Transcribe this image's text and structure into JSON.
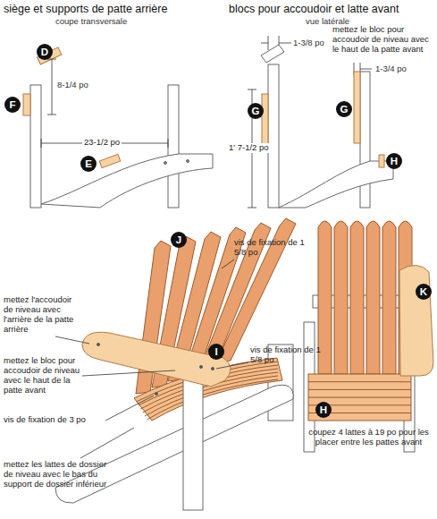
{
  "diagram": {
    "nodes": [
      {
        "text": [
          "D"
        ]
      },
      {
        "text": [
          "F"
        ]
      },
      {
        "text": [
          "E"
        ]
      },
      {
        "text": [
          "G"
        ]
      },
      {
        "text": [
          "G"
        ]
      },
      {
        "text": [
          "H"
        ]
      },
      {
        "text": [
          "J"
        ]
      },
      {
        "text": [
          "I"
        ]
      },
      {
        "text": [
          "K"
        ]
      },
      {
        "text": [
          "H"
        ]
      }
    ],
    "labels": [
      "siège et supports de patte arrière",
      "blocs pour accoudoir et latte avant",
      "coupe transversale",
      "vue latérale",
      "8-1/4 po",
      "23-1/2 po",
      "1-3/8 po",
      "mettez le bloc pour accoudoir de niveau avec le haut de la patte avant",
      "1-3/4 po",
      "1' 7-1/2 po",
      "vis de fixation de 1 5/8 po",
      "mettez l'accoudoir de niveau avec l'arrière de la patte arrière",
      "vis de fixation de 1 5/8 po",
      "mettez le bloc pour accoudoir de niveau avec le haut de la patte avant",
      "vis de fixation de 3 po",
      "mettez les lattes de dossier de niveau avec le bas du support de dossier inférieur",
      "coupez 4 lattes à 19 po pour les placer entre les pattes avant"
    ]
  }
}
